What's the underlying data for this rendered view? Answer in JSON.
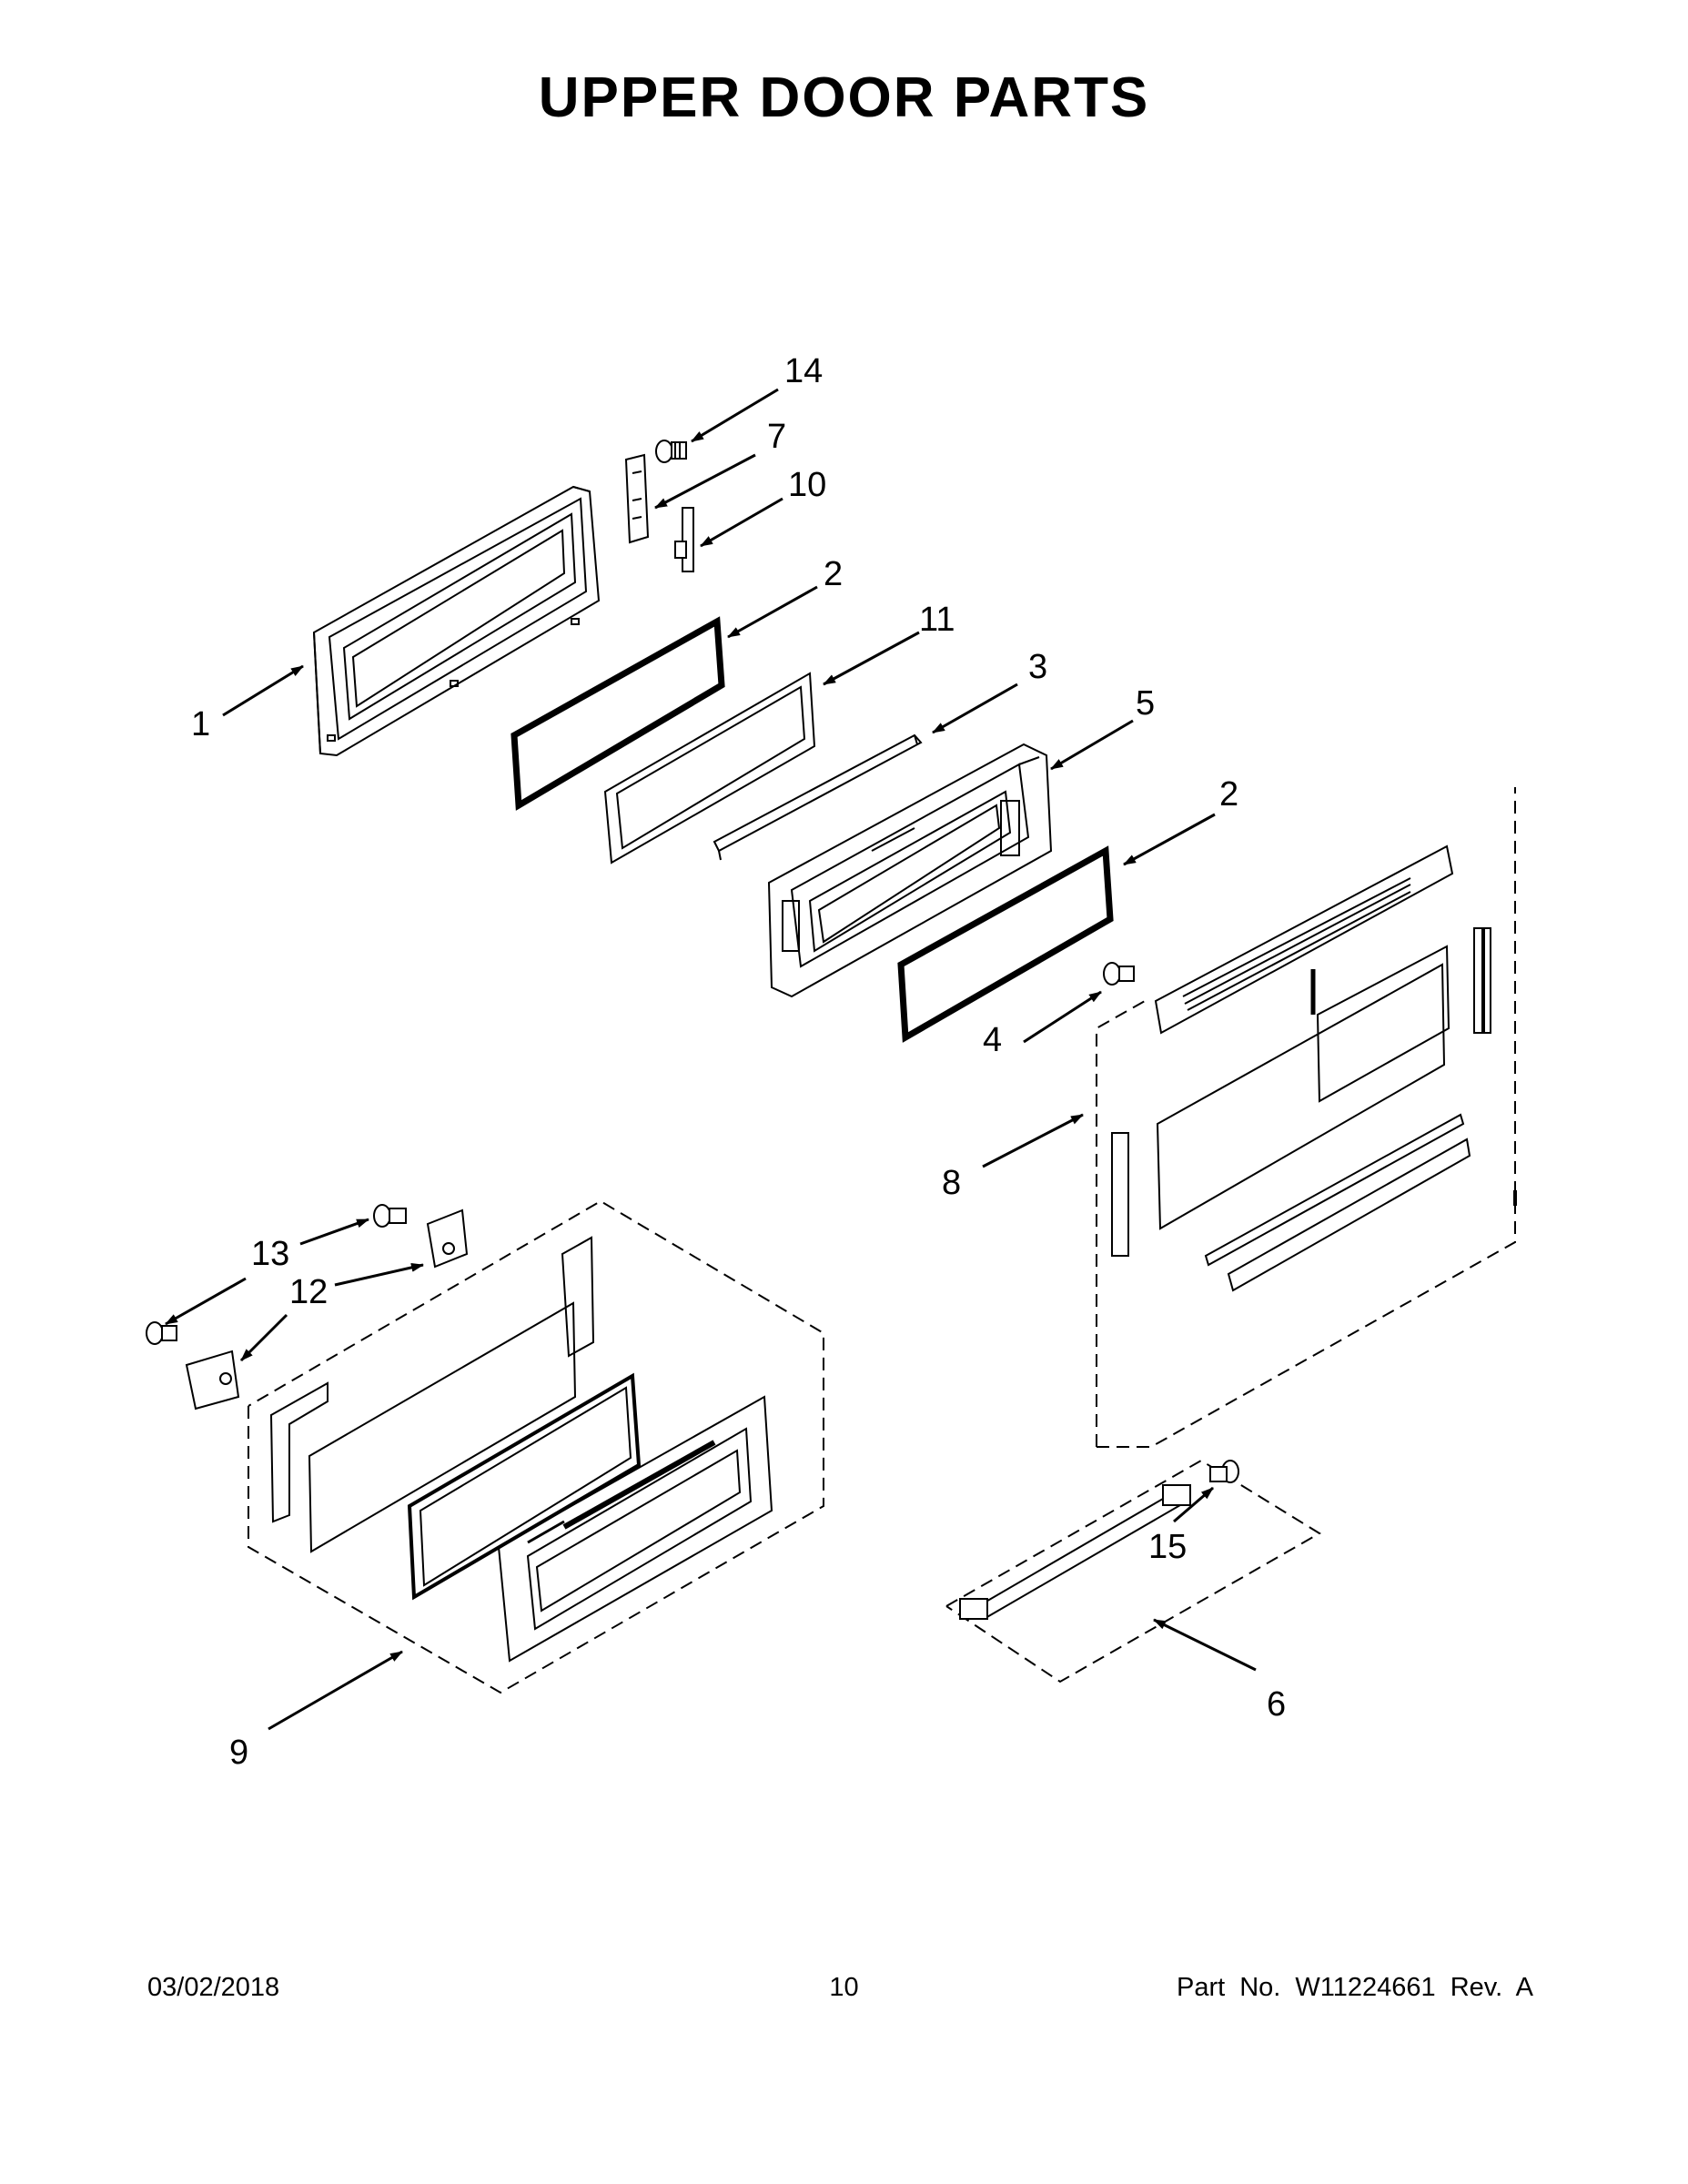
{
  "title": "UPPER DOOR PARTS",
  "footer": {
    "date": "03/02/2018",
    "page": "10",
    "part_no": "Part No.  W11224661  Rev.  A"
  },
  "callouts": {
    "c1": "1",
    "c2a": "2",
    "c2b": "2",
    "c3": "3",
    "c4": "4",
    "c5": "5",
    "c6": "6",
    "c7": "7",
    "c8": "8",
    "c9": "9",
    "c10": "10",
    "c11": "11",
    "c12": "12",
    "c13": "13",
    "c14": "14",
    "c15": "15"
  }
}
